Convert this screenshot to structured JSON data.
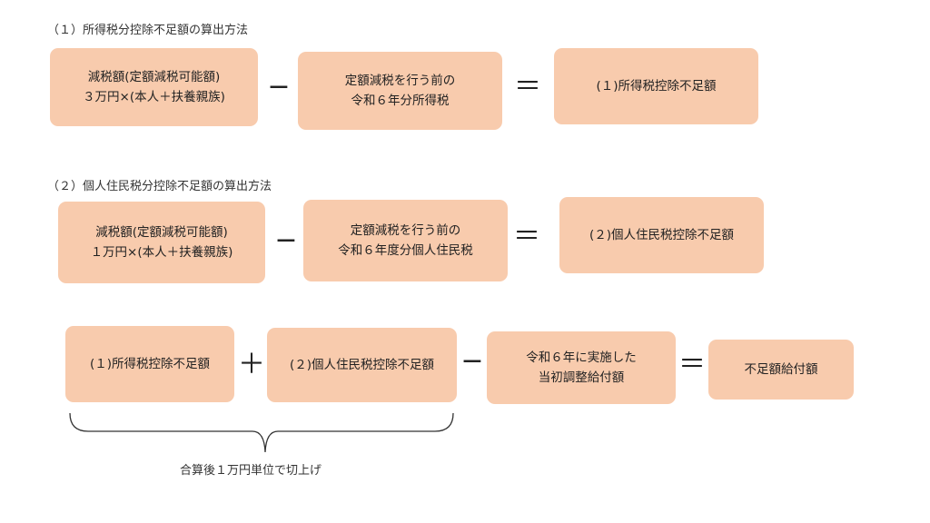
{
  "section1": {
    "heading": "（１）所得税分控除不足額の算出方法",
    "box1": {
      "line1": "減税額(定額減税可能額)",
      "line2": "３万円×(本人＋扶養親族)"
    },
    "op1": "−",
    "box2": {
      "line1": "定額減税を行う前の",
      "line2": "令和６年分所得税"
    },
    "op2": "＝",
    "box3": {
      "line1": "(１)所得税控除不足額"
    }
  },
  "section2": {
    "heading": "（２）個人住民税分控除不足額の算出方法",
    "box1": {
      "line1": "減税額(定額減税可能額)",
      "line2": "１万円×(本人＋扶養親族)"
    },
    "op1": "−",
    "box2": {
      "line1": "定額減税を行う前の",
      "line2": "令和６年度分個人住民税"
    },
    "op2": "＝",
    "box3": {
      "line1": "(２)個人住民税控除不足額"
    }
  },
  "section3": {
    "box1": {
      "line1": "(１)所得税控除不足額"
    },
    "op1": "＋",
    "box2": {
      "line1": "(２)個人住民税控除不足額"
    },
    "op2": "−",
    "box3": {
      "line1": "令和６年に実施した",
      "line2": "当初調整給付額"
    },
    "op3": "＝",
    "box4": {
      "line1": "不足額給付額"
    },
    "bracket_note": "合算後１万円単位で切上げ"
  },
  "colors": {
    "box_fill": "#f8cbad",
    "text": "#222222"
  }
}
